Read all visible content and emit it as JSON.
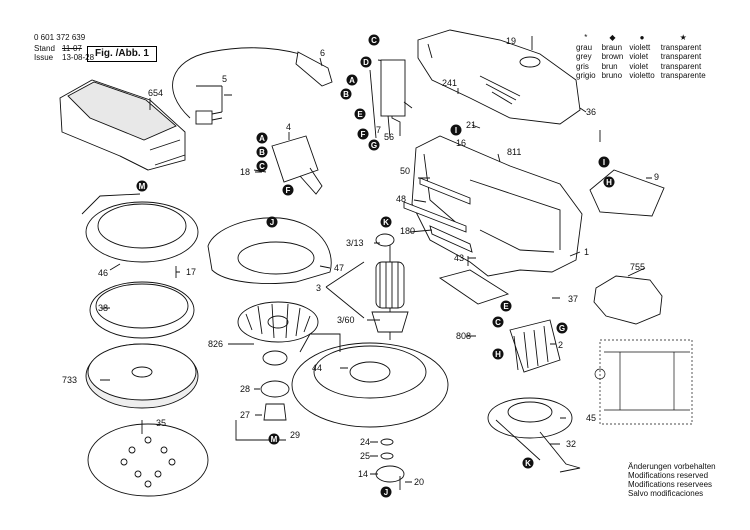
{
  "header": {
    "part_number": "0 601 372 639",
    "stand_label": "Stand",
    "stand_value": "11-07",
    "issue_label": "Issue",
    "issue_value": "13-08-28",
    "figure": "Fig. /Abb. 1"
  },
  "legend": {
    "symbols": [
      "*",
      "◆",
      "●",
      "★"
    ],
    "rows": [
      [
        "grau",
        "braun",
        "violett",
        "transparent"
      ],
      [
        "grey",
        "brown",
        "violet",
        "transparent"
      ],
      [
        "gris",
        "brun",
        "violet",
        "transparent"
      ],
      [
        "grigio",
        "bruno",
        "violetto",
        "transparente"
      ]
    ]
  },
  "modifications": [
    "Änderungen vorbehalten",
    "Modifications reserved",
    "Modifications reservees",
    "Salvo modificaciones"
  ],
  "part_labels": [
    "654",
    "5",
    "6",
    "4",
    "18",
    "19",
    "7",
    "56",
    "241",
    "21",
    "16",
    "811",
    "36",
    "9",
    "50",
    "48",
    "180",
    "1",
    "755",
    "43",
    "37",
    "808",
    "2",
    "46",
    "17",
    "47",
    "3/13",
    "3",
    "3/60",
    "38",
    "826",
    "44",
    "733",
    "28",
    "27",
    "29",
    "35",
    "24",
    "25",
    "14",
    "20",
    "45",
    "32"
  ],
  "markers": [
    "A",
    "B",
    "C",
    "D",
    "E",
    "F",
    "G",
    "H",
    "I",
    "J",
    "K",
    "M"
  ],
  "colors": {
    "line": "#111111",
    "marker": "#111111",
    "marker_text": "#ffffff"
  }
}
